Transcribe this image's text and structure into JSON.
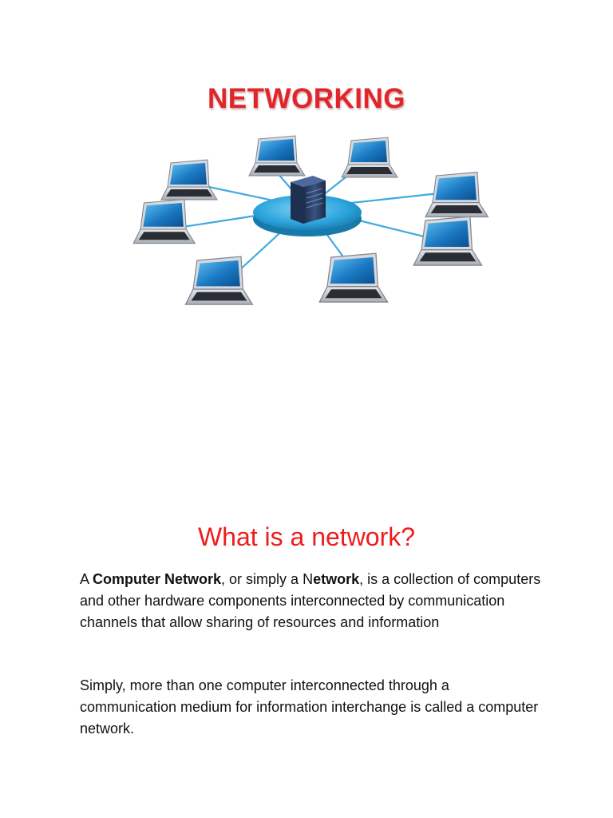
{
  "page": {
    "title": "NETWORKING",
    "heading": "What is a network?",
    "paragraph1": {
      "prefix": "A ",
      "term1": "Computer Network",
      "mid1": ", or simply a ",
      "term2_plain": "N",
      "term2_bold": "etwork",
      "rest": ", is a collection of computers and other hardware components interconnected by communication channels that allow sharing of resources and information"
    },
    "paragraph2": "Simply, more than one computer interconnected through a communication medium for information interchange is called a computer network."
  },
  "figure": {
    "icons": {
      "server": "server-icon",
      "laptop": "laptop-icon",
      "hub": "hub-disc"
    },
    "laptop_count": 8,
    "colors": {
      "title": "#e1262b",
      "heading": "#ee1c1c",
      "hub": "#2aa3dc",
      "cable": "#3fa9df",
      "server": "#2b3f63",
      "laptop_screen": "#1a78c2",
      "laptop_body": "#c8ccd2"
    }
  }
}
